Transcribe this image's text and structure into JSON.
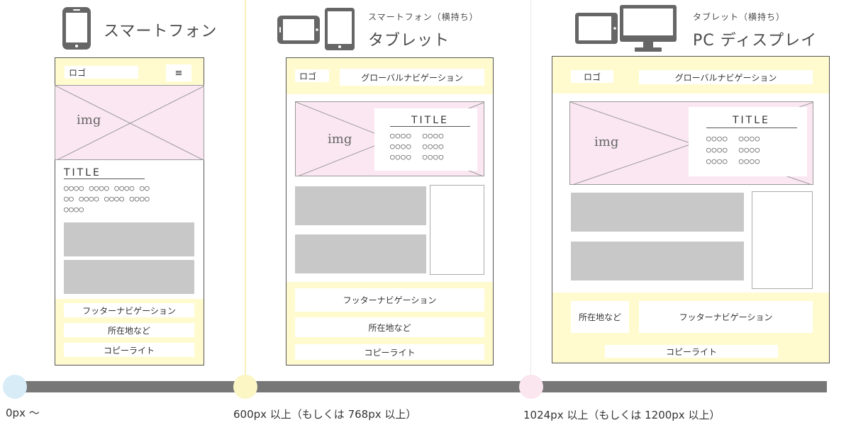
{
  "mobile": {
    "device_label": "スマートフォン",
    "header": {
      "logo": "ロゴ",
      "menu_icon": "≡"
    },
    "hero_img": "img",
    "title": "TITLE",
    "circle_lines": [
      "○○○○ ○○○○ ○○○○ ○○",
      "○○ ○○○○ ○○○○ ○○○○",
      "○○○○"
    ],
    "footer": {
      "nav": "フッターナビゲーション",
      "address": "所在地など",
      "copyright": "コピーライト"
    }
  },
  "tablet": {
    "device_sublabel": "スマートフォン（横持ち）",
    "device_label": "タブレット",
    "header": {
      "logo": "ロゴ",
      "global_nav": "グローバルナビゲーション"
    },
    "hero_img": "img",
    "title": "TITLE",
    "circle_lines": [
      "○○○○  ○○○○",
      "○○○○  ○○○○",
      "○○○○  ○○○○"
    ],
    "footer": {
      "nav": "フッターナビゲーション",
      "address": "所在地など",
      "copyright": "コピーライト"
    }
  },
  "pc": {
    "device_sublabel": "タブレット（横持ち）",
    "device_label": "PC ディスプレイ",
    "header": {
      "logo": "ロゴ",
      "global_nav": "グローバルナビゲーション"
    },
    "hero_img": "img",
    "title": "TITLE",
    "circle_lines": [
      "○○○○  ○○○○",
      "○○○○  ○○○○",
      "○○○○  ○○○○"
    ],
    "footer": {
      "address": "所在地など",
      "nav": "フッターナビゲーション",
      "copyright": "コピーライト"
    }
  },
  "breakpoints": [
    {
      "text": "0px 〜",
      "color": "#d7ecf7"
    },
    {
      "text": "600px 以上（もしくは 768px 以上）",
      "color": "#fbf6c4"
    },
    {
      "text": "1024px 以上（もしくは 1200px 以上）",
      "color": "#fbe5ef"
    }
  ],
  "colors": {
    "yellow_bg": "#fffbcf",
    "pink_bg": "#fbe7f1",
    "grey_block": "#c8c8c8",
    "icon": "#666666",
    "timeline": "#777777"
  },
  "icons": [
    "smartphone-icon",
    "tablet-landscape-icon",
    "tablet-portrait-icon",
    "monitor-icon"
  ]
}
